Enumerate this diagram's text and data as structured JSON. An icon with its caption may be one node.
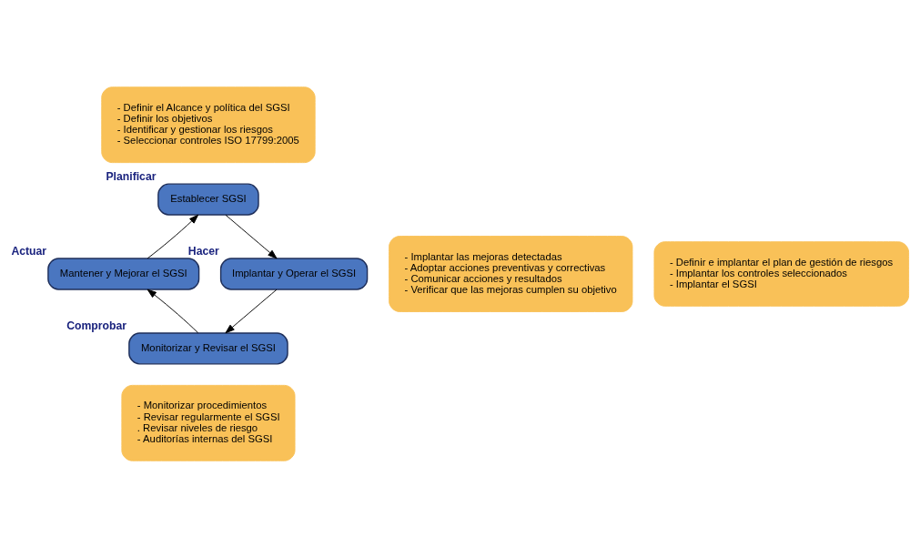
{
  "diagram": {
    "nodes": [
      {
        "text": [
          "- Definir el Alcance y política del SGSI",
          "- Definir los objetivos",
          "- Identificar y gestionar los riesgos",
          "- Seleccionar controles ISO 17799:2005"
        ]
      },
      {
        "text": [
          "Establecer SGSI"
        ],
        "beside": [
          "Planificar"
        ]
      },
      {
        "text": [
          "- Implantar las mejoras detectadas",
          "- Adoptar acciones preventivas y correctivas",
          "- Comunicar acciones y resultados",
          "- Verificar que las mejoras cumplen su objetivo"
        ]
      },
      {
        "text": [
          "Mantener y Mejorar el SGSI"
        ],
        "beside": [
          "Actuar"
        ]
      },
      {
        "text": [
          "Implantar y Operar el SGSI"
        ],
        "beside": [
          "Hacer"
        ]
      },
      {
        "text": [
          "- Definir e implantar el plan de gestión de riesgos",
          "- Implantar los controles seleccionados",
          "- Implantar el SGSI"
        ]
      },
      {
        "text": [
          "Monitorizar y Revisar el SGSI"
        ],
        "beside": [
          "Comprobar"
        ]
      },
      {
        "text": [
          "- Monitorizar procedimientos",
          "- Revisar regularmente el SGSI",
          ". Revisar niveles de riesgo",
          "- Auditorías internas del SGSI"
        ]
      }
    ],
    "edges": [
      {
        "from": 1,
        "to": 4,
        "arrow": "to"
      },
      {
        "from": 4,
        "to": 6,
        "arrow": "to"
      },
      {
        "from": 6,
        "to": 3,
        "arrow": "to"
      },
      {
        "from": 3,
        "to": 1,
        "arrow": "to"
      }
    ]
  }
}
